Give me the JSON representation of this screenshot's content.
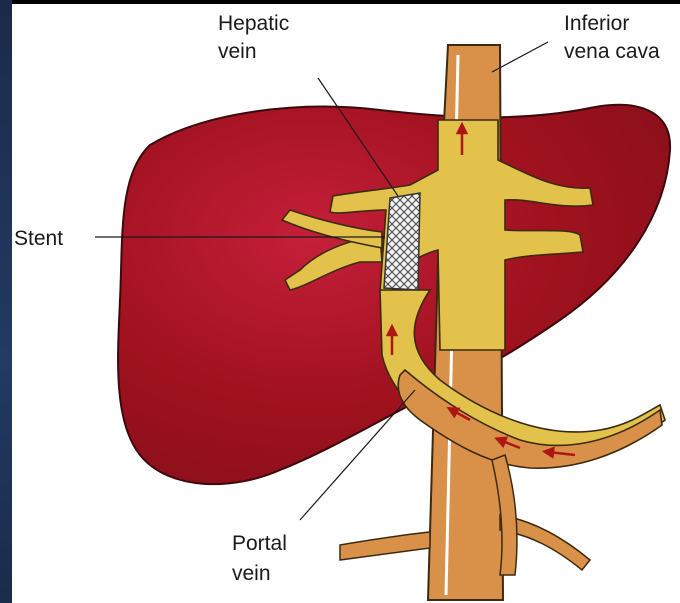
{
  "labels": {
    "hepatic_vein": [
      "Hepatic",
      "vein"
    ],
    "inferior_vena_cava": [
      "Inferior",
      "vena cava"
    ],
    "stent": "Stent",
    "portal_vein": [
      "Portal",
      "vein"
    ]
  },
  "colors": {
    "liver": "#a1121f",
    "liver_highlight": "#c51f3a",
    "vein_yellow": "#e2c24a",
    "vena_cava": "#d9914a",
    "flow_arrow": "#b01515",
    "outline": "#3b2a10"
  },
  "icons": [
    "flow-arrow-icon",
    "stent-mesh-icon"
  ]
}
